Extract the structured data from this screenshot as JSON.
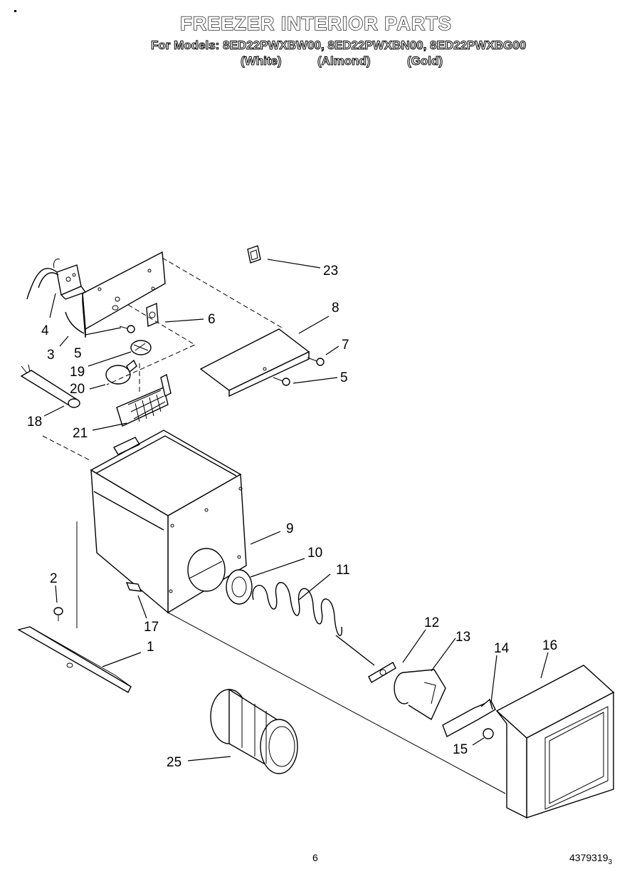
{
  "header": {
    "title": "FREEZER INTERIOR PARTS",
    "models_line": "For Models: 8ED22PWXBW00, 8ED22PWXBN00, 8ED22PWXBG00",
    "colors": [
      "(White)",
      "(Almond)",
      "(Gold)"
    ]
  },
  "callouts": [
    "23",
    "8",
    "6",
    "7",
    "5",
    "4",
    "3",
    "5",
    "19",
    "20",
    "18",
    "21",
    "9",
    "10",
    "11",
    "2",
    "17",
    "1",
    "12",
    "13",
    "14",
    "16",
    "15",
    "25"
  ],
  "footer": {
    "page_number": "6",
    "part_number": "4379319",
    "part_suffix": "3"
  }
}
